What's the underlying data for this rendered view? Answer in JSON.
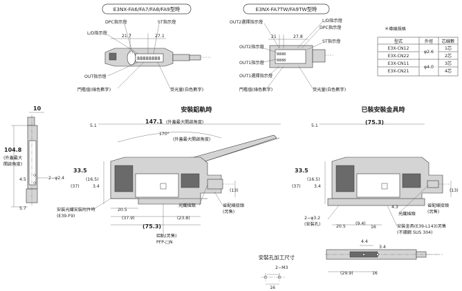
{
  "top_left": {
    "title": "E3NX-FA6/FA7/FA8/FA9型時",
    "labels": {
      "dpc": "DPC指示燈",
      "st": "ST指示燈",
      "ld": "L/D指示燈",
      "out": "OUT指示燈",
      "threshold": "門檻值(綠色數字)",
      "received": "受光量(白色數字)"
    },
    "dims": {
      "a": "21.7",
      "b": "27.1"
    }
  },
  "top_right": {
    "title": "E3NX-FA7TW/FA9TW型時",
    "labels": {
      "out2sel": "OUT2選擇指示燈",
      "ld": "L/D指示燈",
      "dpc": "DPC指示燈",
      "out2": "OUT2指示燈",
      "st": "ST指示燈",
      "out1": "OUT1指示燈",
      "out1sel": "OUT1選擇指示燈",
      "threshold": "門檻值(綠色數字)",
      "received": "受光量(白色數字)"
    },
    "dims": {
      "a": "21",
      "b": "27.8"
    }
  },
  "cable_table": {
    "title": "＊導線規格",
    "headers": [
      "型式",
      "外徑",
      "芯線數"
    ],
    "rows": [
      [
        "E3X-CN12",
        "φ2.6",
        "1芯"
      ],
      [
        "E3X-CN22",
        "",
        "2芯"
      ],
      [
        "E3X-CN11",
        "φ4.0",
        "3芯"
      ],
      [
        "E3X-CN21",
        "",
        "4芯"
      ]
    ]
  },
  "side_view": {
    "dims": {
      "w10": "10",
      "h1048": "104.8",
      "h1048_note1": "(外蓋最大",
      "h1048_note2": "開啟角度)",
      "d45": "4.5",
      "d57": "5.7",
      "hole": "2−φ2.4"
    }
  },
  "rail_mount": {
    "title": "安裝鋁軌時",
    "dims": {
      "d51": "5.1",
      "d1471": "147.1",
      "d1471_note": "(外蓋最大開啟角度)",
      "angle": "170°",
      "angle_note": "(外蓋最大開啟角度)",
      "d335": "33.5",
      "d165": "(16.5)",
      "d37": "(37)",
      "d34": "3.4",
      "d13": "(13)",
      "d205": "20.5",
      "d379": "(37.9)",
      "d238": "(23.8)",
      "d753": "(75.3)"
    },
    "labels": {
      "rail_acc1": "安裝光纖安裝附件時",
      "rail_acc2": "(E39-F9)",
      "fiber": "光纖插頭",
      "connector1": "省配線接頭",
      "connector2": "(另售)",
      "rail1": "鋁軌(另售)",
      "rail2": "PFP-□N"
    }
  },
  "bracket_mount": {
    "title": "已裝安裝金具時",
    "dims": {
      "d51": "5.1",
      "d753top": "(75.3)",
      "d335": "33.5",
      "d165": "(16.5)",
      "d37": "(37)",
      "d34": "3.4",
      "d13": "(13)",
      "d43": "4.3",
      "hole1": "2−φ3.2",
      "hole2": "(安裝孔)",
      "d205": "20.5",
      "d94": "(9.4)",
      "d16": "16"
    },
    "labels": {
      "fiber": "光纖插頭",
      "connector1": "省配線接頭",
      "connector2": "(另售)",
      "bracket1": "安裝金具(E39-L143)另售",
      "bracket2": "(不鏽鋼 SUS 304)"
    }
  },
  "hole_diagram": {
    "title": "安裝孔加工尺寸",
    "screw": "2−M3",
    "d16": "16"
  },
  "bottom_view": {
    "d44": "4.4",
    "d34": "3.4",
    "d299": "(29.9)",
    "d16": "16"
  }
}
